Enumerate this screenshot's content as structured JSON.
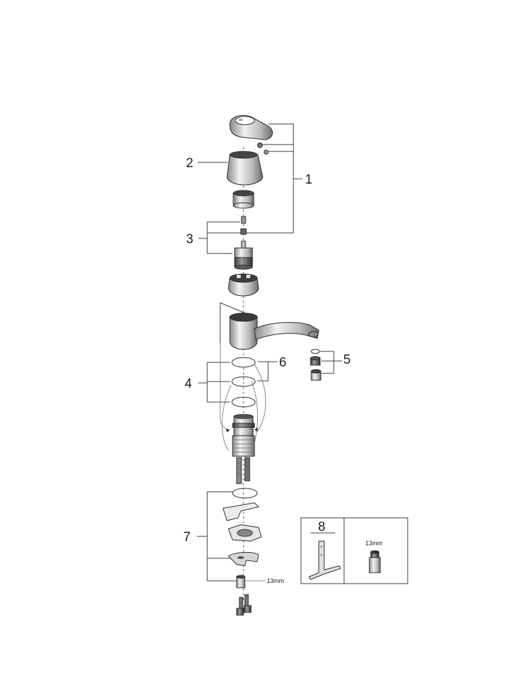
{
  "callouts": {
    "c1": "1",
    "c2": "2",
    "c3": "3",
    "c4": "4",
    "c5": "5",
    "c6": "6",
    "c7": "7",
    "c8": "8"
  },
  "labels": {
    "wrench_size_main": "13mm",
    "wrench_size_box": "13mm"
  },
  "colors": {
    "line": "#3a3a3a",
    "part_dark": "#555555",
    "part_mid": "#9a9a9a",
    "part_light": "#dcdcdc"
  }
}
